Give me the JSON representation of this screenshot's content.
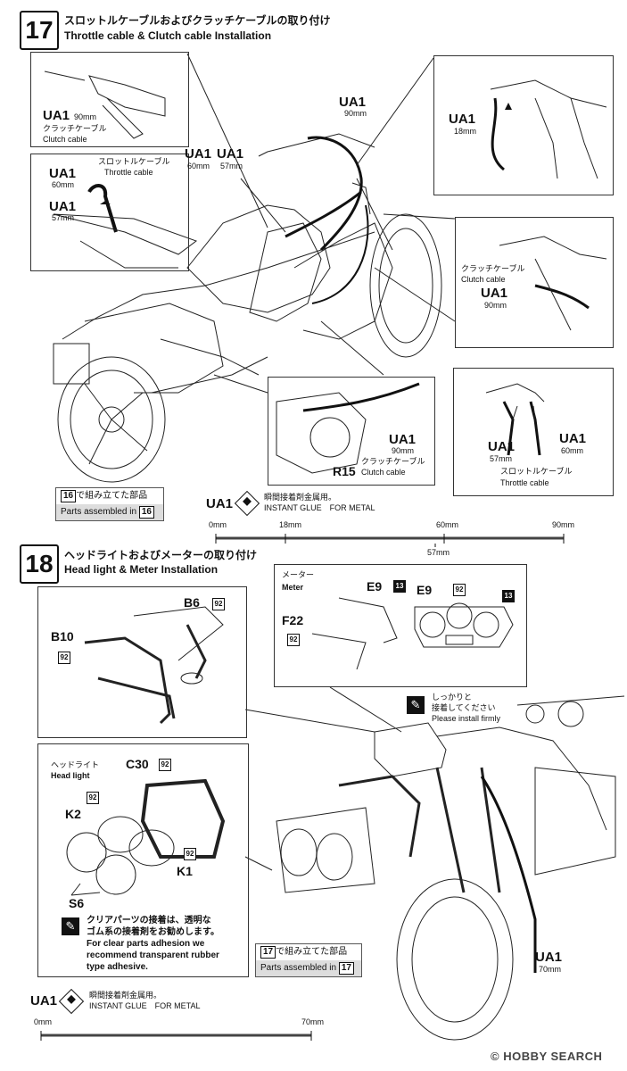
{
  "step17": {
    "number": "17",
    "title_jp": "スロットルケーブルおよびクラッチケーブルの取り付け",
    "title_en": "Throttle cable & Clutch cable Installation",
    "inset_clutch": {
      "part": "UA1",
      "length": "90mm",
      "jp": "クラッチケーブル",
      "en": "Clutch cable"
    },
    "inset_throttle": {
      "jp": "スロットルケーブル",
      "en": "Throttle cable",
      "part_a": "UA1",
      "len_a": "60mm",
      "part_b": "UA1",
      "len_b": "57mm"
    },
    "main_labels": {
      "ua1_90": "UA1",
      "ua1_90_len": "90mm",
      "ua1_60": "UA1",
      "ua1_60_len": "60mm",
      "ua1_57": "UA1",
      "ua1_57_len": "57mm"
    },
    "inset_topright": {
      "part": "UA1",
      "length": "18mm"
    },
    "inset_right_clutch": {
      "jp": "クラッチケーブル",
      "en": "Clutch cable",
      "part": "UA1",
      "length": "90mm"
    },
    "inset_engine": {
      "part": "UA1",
      "length": "90mm",
      "jp": "クラッチケーブル",
      "en": "Clutch cable",
      "part2": "R15"
    },
    "inset_bottomright": {
      "part_a": "UA1",
      "len_a": "57mm",
      "part_b": "UA1",
      "len_b": "60mm",
      "jp": "スロットルケーブル",
      "en": "Throttle cable"
    },
    "parts_assembled": {
      "num": "16",
      "jp_suffix": "で組み立てた部品",
      "en": "Parts assembled in"
    },
    "glue": {
      "part": "UA1",
      "jp": "瞬間接着剤金属用。",
      "en": "INSTANT GLUE　FOR METAL"
    },
    "ruler": {
      "label0": "0mm",
      "label18": "18mm",
      "label60": "60mm",
      "label90": "90mm",
      "label57": "57mm"
    }
  },
  "step18": {
    "number": "18",
    "title_jp": "ヘッドライトおよびメーターの取り付け",
    "title_en": "Head light & Meter Installation",
    "bracket": {
      "b6": "B6",
      "b10": "B10",
      "n92": "92"
    },
    "meter": {
      "jp": "メーター",
      "en": "Meter",
      "e9": "E9",
      "n13": "13",
      "f22": "F22",
      "n92": "92"
    },
    "headlight": {
      "jp": "ヘッドライト",
      "en": "Head light",
      "c30": "C30",
      "k2": "K2",
      "k1": "K1",
      "s6": "S6",
      "n92": "92"
    },
    "clear_note": {
      "jp1": "クリアパーツの接着は、透明な",
      "jp2": "ゴム系の接着剤をお勧めします。",
      "en1": "For clear parts adhesion we",
      "en2": "recommend transparent rubber",
      "en3": "type adhesive."
    },
    "install_note": {
      "jp1": "しっかりと",
      "jp2": "接着してください",
      "en": "Please install firmly"
    },
    "ua1_70": {
      "part": "UA1",
      "length": "70mm"
    },
    "parts_assembled": {
      "num": "17",
      "jp_suffix": "で組み立てた部品",
      "en": "Parts assembled in"
    },
    "glue": {
      "part": "UA1",
      "jp": "瞬間接着剤金属用。",
      "en": "INSTANT GLUE　FOR METAL"
    },
    "ruler": {
      "label0": "0mm",
      "label70": "70mm"
    }
  },
  "watermark": "© HOBBY SEARCH"
}
